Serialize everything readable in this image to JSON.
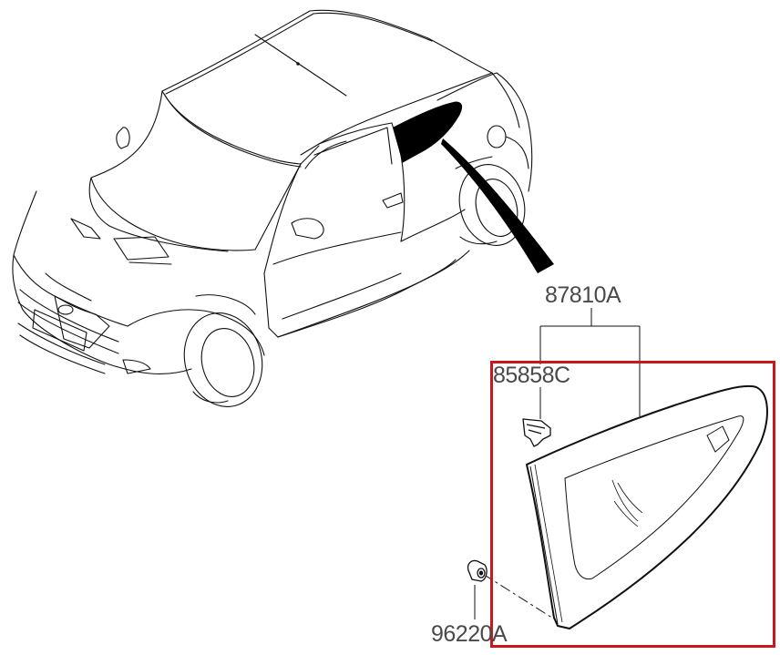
{
  "diagram": {
    "subject": "Rear quarter fixed window glass assembly",
    "highlight_color": "#c8181e",
    "label_color": "#4a4a4a",
    "parts": [
      {
        "id": "87810A",
        "label": "87810A",
        "description": "quarter fixed glass assembly"
      },
      {
        "id": "85858C",
        "label": "85858C",
        "description": "clip"
      },
      {
        "id": "96220A",
        "label": "96220A",
        "description": "nut / grommet"
      }
    ]
  }
}
